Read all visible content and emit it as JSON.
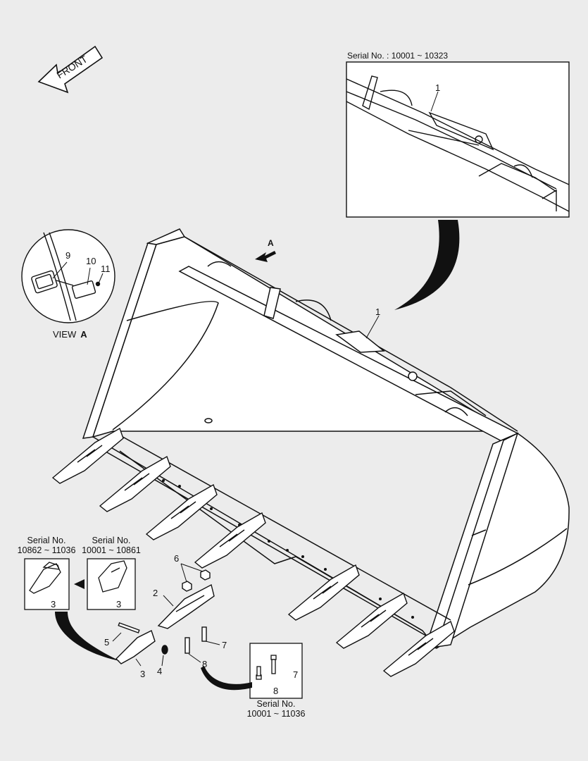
{
  "front_label": "FRONT",
  "view_arrow_label": "A",
  "view_caption": {
    "prefix": "VIEW",
    "letter": "A"
  },
  "detail_top_caption": "Serial No. : 10001 ~ 10323",
  "tooth_variant_a": {
    "line1": "Serial No.",
    "line2": "10862 ~ 11036",
    "part": "3"
  },
  "tooth_variant_b": {
    "line1": "Serial No.",
    "line2": "10001 ~ 10861",
    "part": "3"
  },
  "bolt_detail": {
    "line1": "Serial No.",
    "line2": "10001 ~ 11036",
    "part_a": "7",
    "part_b": "8"
  },
  "callouts": {
    "cutting_edge_detail": "1",
    "cutting_edge_main": "1",
    "adapter": "2",
    "tooth": "3",
    "lock_washer": "4",
    "pin": "5",
    "nut": "6",
    "bolt_a": "7",
    "bolt_b": "8",
    "plate": "9",
    "screw": "10",
    "rivet": "11"
  },
  "colors": {
    "line": "#111111",
    "background": "#ececec",
    "panel": "#ffffff"
  }
}
